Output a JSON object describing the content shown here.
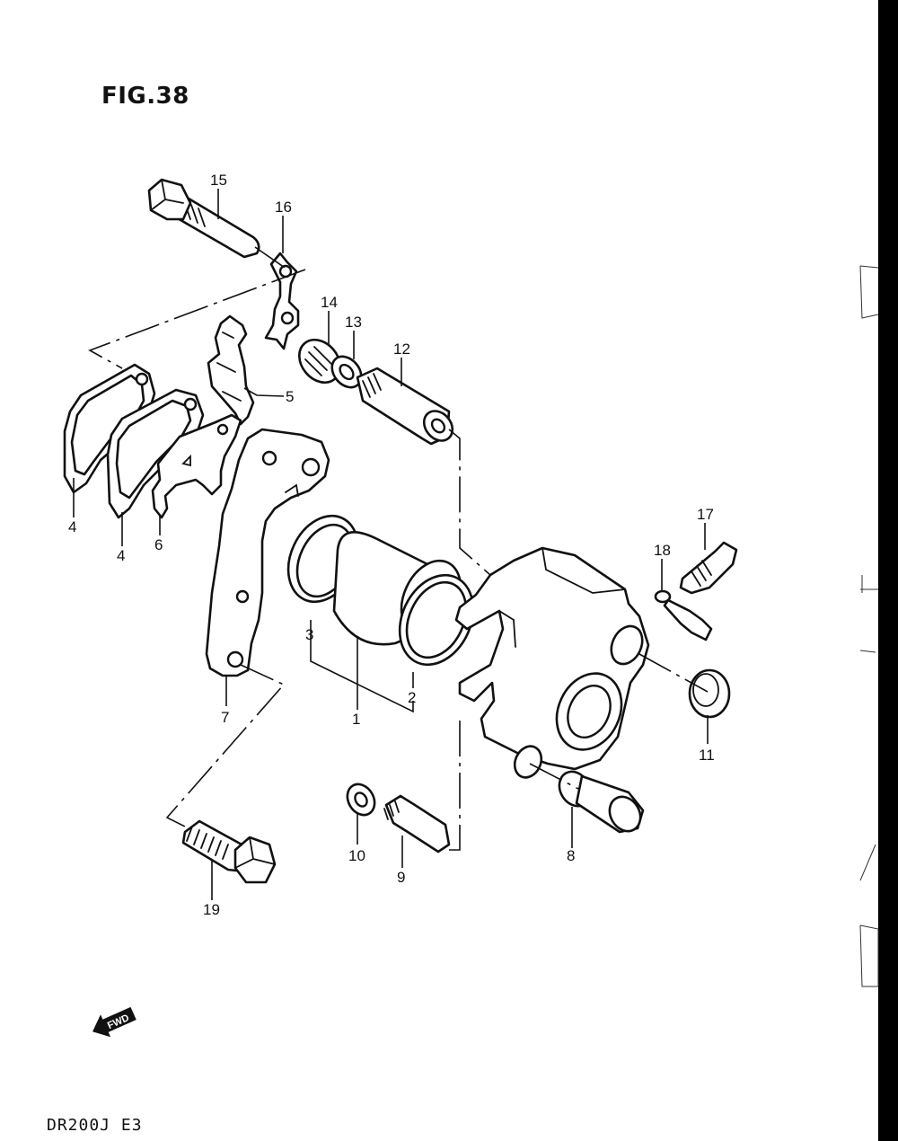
{
  "figure": {
    "title": "FIG.38",
    "model_code": "DR200J  E3",
    "fwd_label": "FWD"
  },
  "callouts": [
    "15",
    "16",
    "14",
    "13",
    "12",
    "5",
    "4",
    "4",
    "6",
    "17",
    "18",
    "3",
    "1",
    "2",
    "7",
    "11",
    "10",
    "9",
    "8",
    "19"
  ]
}
